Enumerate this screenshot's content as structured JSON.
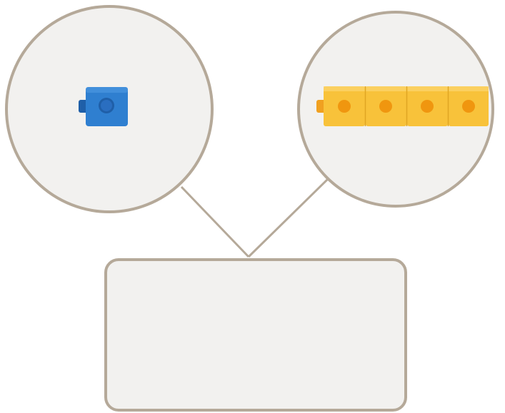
{
  "diagram": {
    "type": "part-part-whole",
    "parts": [
      {
        "id": "left-part",
        "cube_color": "blue",
        "cube_count": 1
      },
      {
        "id": "right-part",
        "cube_color": "yellow",
        "cube_count": 4
      }
    ],
    "whole": {
      "content": ""
    }
  },
  "colors": {
    "circle_fill": "#f2f1ef",
    "outline": "#b5a999",
    "blue_cube": "#2f7fd0",
    "blue_cube_dark": "#1f5fa8",
    "yellow_cube": "#f8c23a",
    "yellow_cube_dark": "#dc9a12",
    "yellow_hole": "#f0960f"
  }
}
